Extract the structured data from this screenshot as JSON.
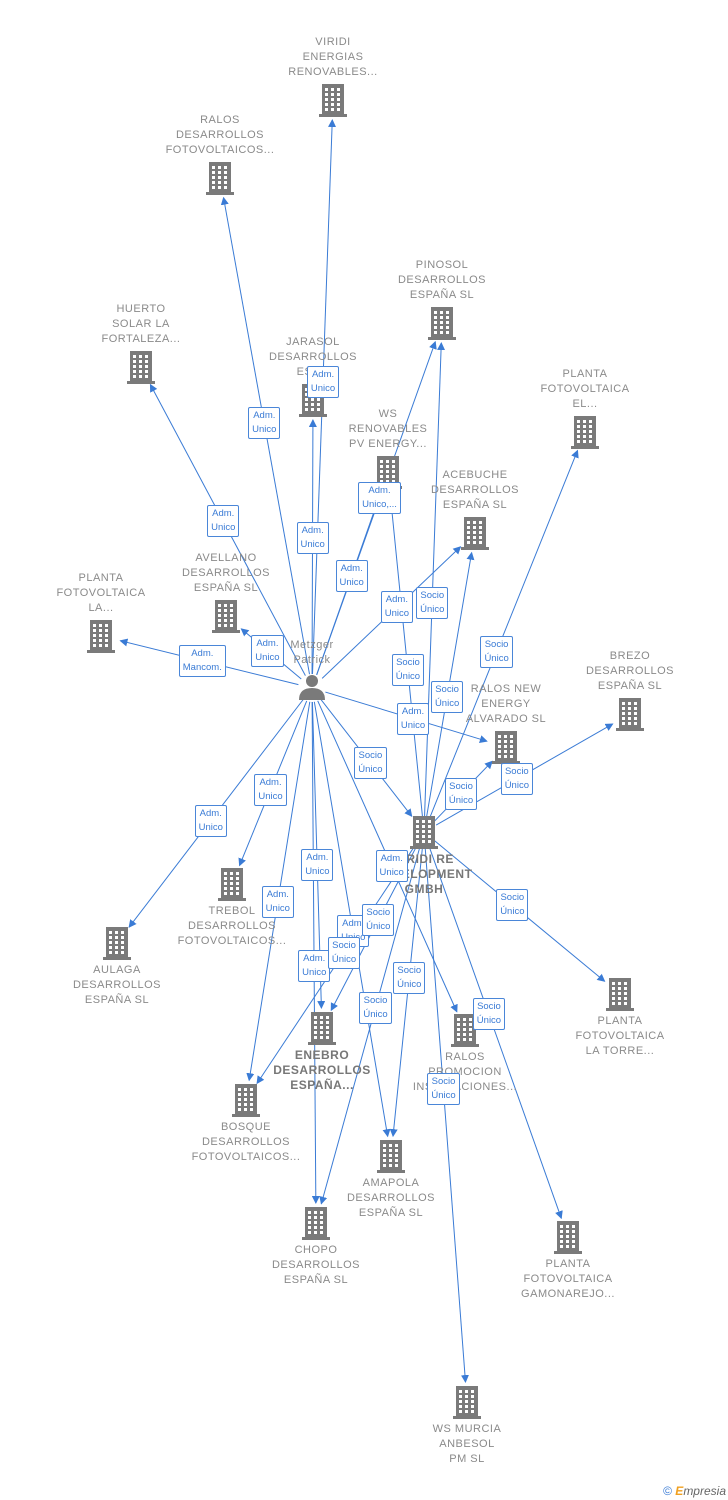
{
  "nodes": [
    {
      "id": "viridi_ren",
      "type": "company",
      "label": [
        "VIRIDI",
        "ENERGIAS",
        "RENOVABLES..."
      ]
    },
    {
      "id": "ralos_fv",
      "type": "company",
      "label": [
        "RALOS",
        "DESARROLLOS",
        "FOTOVOLTAICOS..."
      ]
    },
    {
      "id": "pinosol",
      "type": "company",
      "label": [
        "PINOSOL",
        "DESARROLLOS",
        "ESPAÑA SL"
      ]
    },
    {
      "id": "huerto",
      "type": "company",
      "label": [
        "HUERTO",
        "SOLAR LA",
        "FORTALEZA..."
      ]
    },
    {
      "id": "jarasol",
      "type": "company",
      "label": [
        "JARASOL",
        "DESARROLLOS",
        "ESP..."
      ]
    },
    {
      "id": "planta_el",
      "type": "company",
      "label": [
        "PLANTA",
        "FOTOVOLTAICA",
        "EL..."
      ]
    },
    {
      "id": "ws_renov",
      "type": "company",
      "label": [
        "WS",
        "RENOVABLES",
        "PV ENERGY..."
      ]
    },
    {
      "id": "acebuche",
      "type": "company",
      "label": [
        "ACEBUCHE",
        "DESARROLLOS",
        "ESPAÑA SL"
      ]
    },
    {
      "id": "avellano",
      "type": "company",
      "label": [
        "AVELLANO",
        "DESARROLLOS",
        "ESPAÑA SL"
      ]
    },
    {
      "id": "planta_la",
      "type": "company",
      "label": [
        "PLANTA",
        "FOTOVOLTAICA",
        "LA..."
      ]
    },
    {
      "id": "metzger",
      "type": "person",
      "label": [
        "Metzger",
        "Patrick"
      ]
    },
    {
      "id": "brezo",
      "type": "company",
      "label": [
        "BREZO",
        "DESARROLLOS",
        "ESPAÑA SL"
      ]
    },
    {
      "id": "ralos_new",
      "type": "company",
      "label": [
        "RALOS NEW",
        "ENERGY",
        "ALVARADO SL"
      ]
    },
    {
      "id": "viridi_re",
      "type": "company",
      "label": [
        "VIRIDI RE",
        "DEVELOPMENT",
        "GMBH"
      ]
    },
    {
      "id": "trebol",
      "type": "company",
      "label": [
        "TREBOL",
        "DESARROLLOS",
        "FOTOVOLTAICOS..."
      ]
    },
    {
      "id": "aulaga",
      "type": "company",
      "label": [
        "AULAGA",
        "DESARROLLOS",
        "ESPAÑA SL"
      ]
    },
    {
      "id": "planta_torre",
      "type": "company",
      "label": [
        "PLANTA",
        "FOTOVOLTAICA",
        "LA TORRE..."
      ]
    },
    {
      "id": "enebro",
      "type": "company",
      "label": [
        "ENEBRO",
        "DESARROLLOS",
        "ESPAÑA..."
      ]
    },
    {
      "id": "ralos_prom",
      "type": "company",
      "label": [
        "RALOS",
        "PROMOCION",
        "INSTALACIONES..."
      ]
    },
    {
      "id": "bosque",
      "type": "company",
      "label": [
        "BOSQUE",
        "DESARROLLOS",
        "FOTOVOLTAICOS..."
      ]
    },
    {
      "id": "amapola",
      "type": "company",
      "label": [
        "AMAPOLA",
        "DESARROLLOS",
        "ESPAÑA SL"
      ]
    },
    {
      "id": "planta_gam",
      "type": "company",
      "label": [
        "PLANTA",
        "FOTOVOLTAICA",
        "GAMONAREJO..."
      ]
    },
    {
      "id": "chopo",
      "type": "company",
      "label": [
        "CHOPO",
        "DESARROLLOS",
        "ESPAÑA SL"
      ]
    },
    {
      "id": "ws_murcia",
      "type": "company",
      "label": [
        "WS MURCIA",
        "ANBESOL",
        "PM SL"
      ]
    }
  ],
  "edges": [
    {
      "from": "metzger",
      "to": "viridi_ren",
      "label": [
        "Adm.",
        "Unico"
      ]
    },
    {
      "from": "metzger",
      "to": "ralos_fv",
      "label": [
        "Adm.",
        "Unico"
      ]
    },
    {
      "from": "metzger",
      "to": "huerto",
      "label": [
        "Adm.",
        "Unico"
      ]
    },
    {
      "from": "metzger",
      "to": "jarasol",
      "label": [
        "Adm.",
        "Unico"
      ]
    },
    {
      "from": "metzger",
      "to": "ws_renov",
      "label": [
        "Adm.",
        "Unico"
      ]
    },
    {
      "from": "metzger",
      "to": "pinosol",
      "label": [
        "Adm.",
        "Unico,..."
      ]
    },
    {
      "from": "metzger",
      "to": "acebuche",
      "label": [
        "Adm.",
        "Unico"
      ]
    },
    {
      "from": "metzger",
      "to": "avellano",
      "label": [
        "Adm.",
        "Unico"
      ]
    },
    {
      "from": "metzger",
      "to": "planta_la",
      "label": [
        "Adm.",
        "Mancom."
      ]
    },
    {
      "from": "metzger",
      "to": "ralos_new",
      "label": [
        "Adm.",
        "Unico"
      ]
    },
    {
      "from": "metzger",
      "to": "trebol",
      "label": [
        "Adm.",
        "Unico"
      ]
    },
    {
      "from": "metzger",
      "to": "aulaga",
      "label": [
        "Adm.",
        "Unico"
      ]
    },
    {
      "from": "metzger",
      "to": "enebro",
      "label": [
        "Adm.",
        "Unico"
      ]
    },
    {
      "from": "metzger",
      "to": "bosque",
      "label": [
        "Adm.",
        "Unico"
      ]
    },
    {
      "from": "metzger",
      "to": "chopo",
      "label": [
        "Adm.",
        "Unico"
      ]
    },
    {
      "from": "metzger",
      "to": "amapola",
      "label": [
        "Adm.",
        "Unico"
      ]
    },
    {
      "from": "metzger",
      "to": "ralos_prom",
      "label": [
        "Adm.",
        "Unico"
      ]
    },
    {
      "from": "metzger",
      "to": "viridi_re",
      "label": [
        "Socio",
        "Único"
      ]
    },
    {
      "from": "viridi_re",
      "to": "ws_renov",
      "label": [
        "Socio",
        "Único"
      ]
    },
    {
      "from": "viridi_re",
      "to": "pinosol",
      "label": [
        "Socio",
        "Único"
      ]
    },
    {
      "from": "viridi_re",
      "to": "acebuche",
      "label": [
        "Socio",
        "Único"
      ]
    },
    {
      "from": "viridi_re",
      "to": "planta_el",
      "label": [
        "Socio",
        "Único"
      ]
    },
    {
      "from": "viridi_re",
      "to": "brezo",
      "label": [
        "Socio",
        "Único"
      ]
    },
    {
      "from": "viridi_re",
      "to": "ralos_new",
      "label": [
        "Socio",
        "Único"
      ]
    },
    {
      "from": "viridi_re",
      "to": "planta_torre",
      "label": [
        "Socio",
        "Único"
      ]
    },
    {
      "from": "viridi_re",
      "to": "enebro",
      "label": [
        "Socio",
        "Único"
      ]
    },
    {
      "from": "viridi_re",
      "to": "chopo",
      "label": [
        "Socio",
        "Único"
      ]
    },
    {
      "from": "viridi_re",
      "to": "amapola",
      "label": [
        "Socio",
        "Único"
      ]
    },
    {
      "from": "viridi_re",
      "to": "planta_gam",
      "label": [
        "Socio",
        "Único"
      ]
    },
    {
      "from": "viridi_re",
      "to": "ws_murcia",
      "label": [
        "Socio",
        "Único"
      ]
    },
    {
      "from": "viridi_re",
      "to": "bosque",
      "label": [
        "Socio",
        "Único"
      ]
    }
  ],
  "colors": {
    "edge": "#3a7bd5",
    "building": "#7a7a7a",
    "person": "#7a7a7a",
    "label_text": "#8a8a8a"
  },
  "footer": {
    "copyright": "©",
    "brand_initial": "E",
    "brand_rest": "mpresia"
  }
}
